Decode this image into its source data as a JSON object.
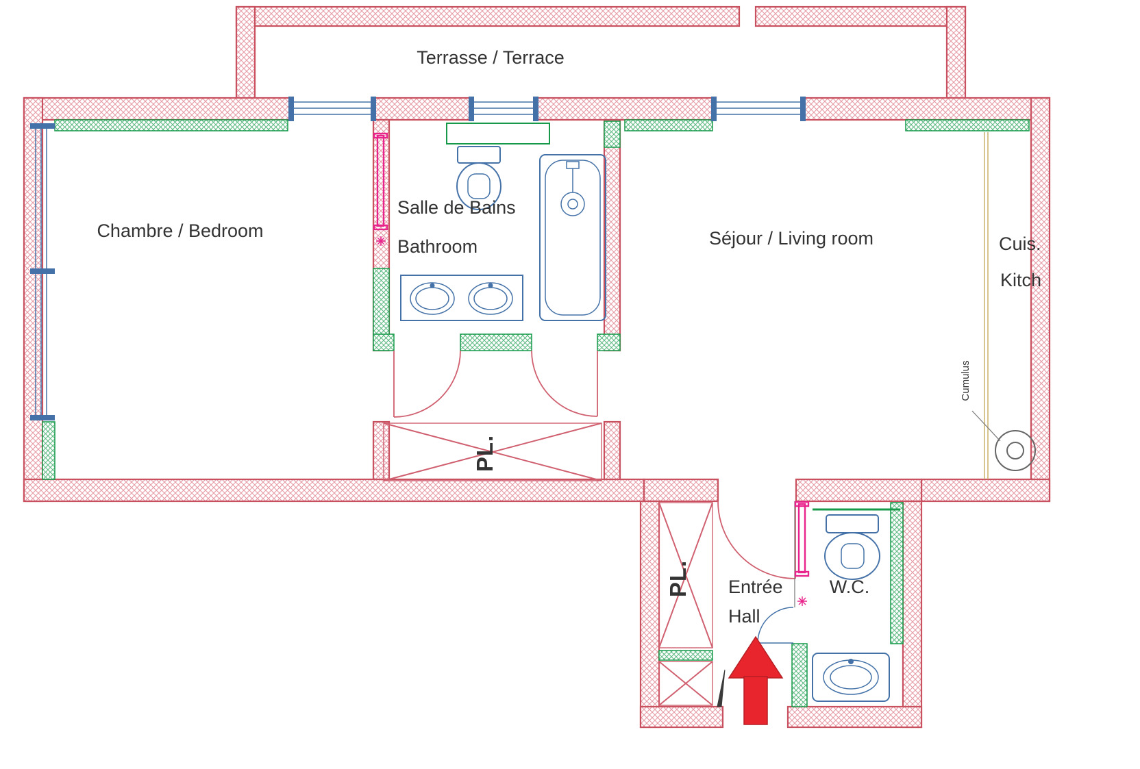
{
  "plan": {
    "labels": {
      "terrace": "Terrasse / Terrace",
      "bedroom": "Chambre / Bedroom",
      "bathroom_line1": "Salle de Bains",
      "bathroom_line2": "Bathroom",
      "living": "Séjour / Living room",
      "kitchen_line1": "Cuis.",
      "kitchen_line2": "Kitch",
      "closet_main": "PL.",
      "closet_hall": "PL.",
      "entry_line1": "Entrée",
      "entry_line2": "Hall",
      "wc": "W.C.",
      "water_heater": "Cumulus"
    },
    "colors": {
      "wall": "#c9515f",
      "wall_hatch": "#e59aa6",
      "green": "#169a4a",
      "green_hatch": "#58b77e",
      "blue": "#4472a8",
      "magenta": "#e8238c",
      "door": "#d06070",
      "arrow": "#e8252c",
      "kitchen_line": "#c9b26a",
      "text": "#333333"
    }
  }
}
